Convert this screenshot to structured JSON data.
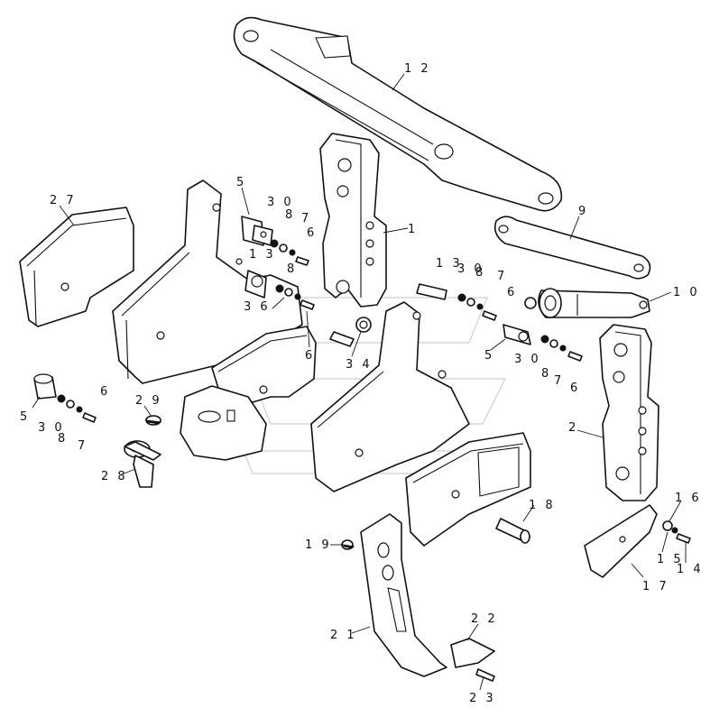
{
  "callouts": {
    "c12": "1 2",
    "c9": "9",
    "c10": "1 0",
    "c1": "1",
    "c2": "2",
    "c27": "2 7",
    "c5a": "5",
    "c30a": "3 0",
    "c8a": "8",
    "c7a": "7",
    "c6a": "6",
    "c13a": "1 3",
    "c8b": "8",
    "c36": "3 6",
    "c6b": "6",
    "c34": "3 4",
    "c13b": "1 3",
    "c30b": "3 0",
    "c8c": "8",
    "c7b": "7",
    "c6c": "6",
    "c5b": "5",
    "c30c": "3 0",
    "c8d": "8",
    "c7c": "7",
    "c6d": "6",
    "c5c": "5",
    "c30d": "3 0",
    "c8e": "8",
    "c7d": "7",
    "c6e": "6",
    "c29": "2 9",
    "c28": "2 8",
    "c18": "1 8",
    "c19": "1 9",
    "c16": "1 6",
    "c15": "1 5",
    "c14": "1 4",
    "c17": "1 7",
    "c21": "2 1",
    "c22": "2 2",
    "c23": "2 3"
  }
}
